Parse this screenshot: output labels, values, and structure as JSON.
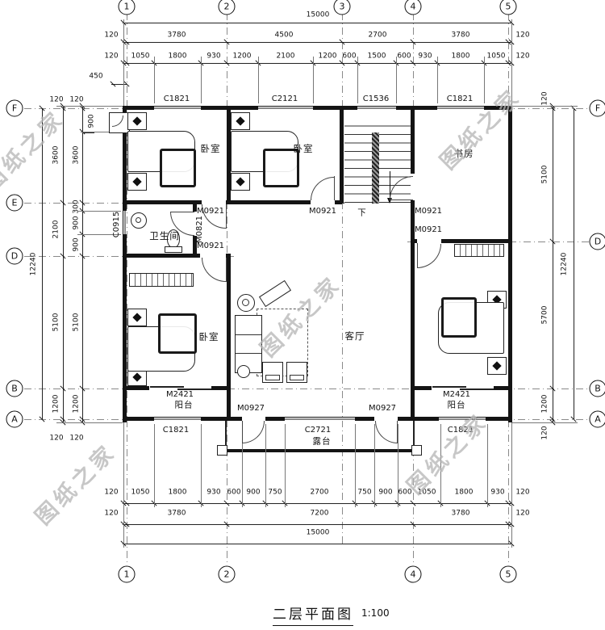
{
  "title": {
    "text": "二层平面图",
    "scale": "1:100"
  },
  "watermark": {
    "text": "图纸之家"
  },
  "colors": {
    "line": "#1a1a1a",
    "watermark": "#b5b5b5",
    "background": "#ffffff"
  },
  "grid": {
    "top": [
      "1",
      "2",
      "3",
      "4",
      "5"
    ],
    "bottom": [
      "1",
      "2",
      "4",
      "5"
    ],
    "left": [
      "F",
      "E",
      "D",
      "B",
      "A"
    ],
    "right": [
      "F",
      "D",
      "B",
      "A"
    ]
  },
  "dims": {
    "top_total": "15000",
    "top_major": [
      "120",
      "3780",
      "4500",
      "2700",
      "3780",
      "120"
    ],
    "top_minor": [
      "120",
      "1050",
      "1800",
      "930",
      "1200",
      "2100",
      "1200",
      "600",
      "1500",
      "600",
      "930",
      "1800",
      "1050",
      "120"
    ],
    "bottom_minor": [
      "120",
      "1050",
      "1800",
      "930",
      "600",
      "900",
      "750",
      "2700",
      "750",
      "900",
      "600",
      "1050",
      "1800",
      "930",
      "120"
    ],
    "bottom_major": [
      "120",
      "3780",
      "7200",
      "3780",
      "120"
    ],
    "bottom_total": "15000",
    "left_total": "12240",
    "left_major": [
      "120",
      "3600",
      "2100",
      "5100",
      "1200",
      "120"
    ],
    "left_minor": [
      "120",
      "3600",
      "300",
      "900",
      "900",
      "5100",
      "1200",
      "120"
    ],
    "left_extra_450": "450",
    "left_extra_900": "900",
    "right_minor": [
      "120",
      "5100",
      "5700",
      "1200",
      "120"
    ],
    "right_total": "12240"
  },
  "rooms": {
    "bedroom": "卧室",
    "study": "书房",
    "bathroom": "卫生间",
    "living": "客厅",
    "balcony": "阳台",
    "terrace": "露台"
  },
  "stairs": {
    "down": "下"
  },
  "windows": {
    "c1821": "C1821",
    "c2121": "C2121",
    "c1536": "C1536",
    "c0915": "C0915",
    "c2721": "C2721"
  },
  "doors": {
    "m0921": "M0921",
    "m0821": "M0821",
    "m2421": "M2421",
    "m0927": "M0927"
  }
}
